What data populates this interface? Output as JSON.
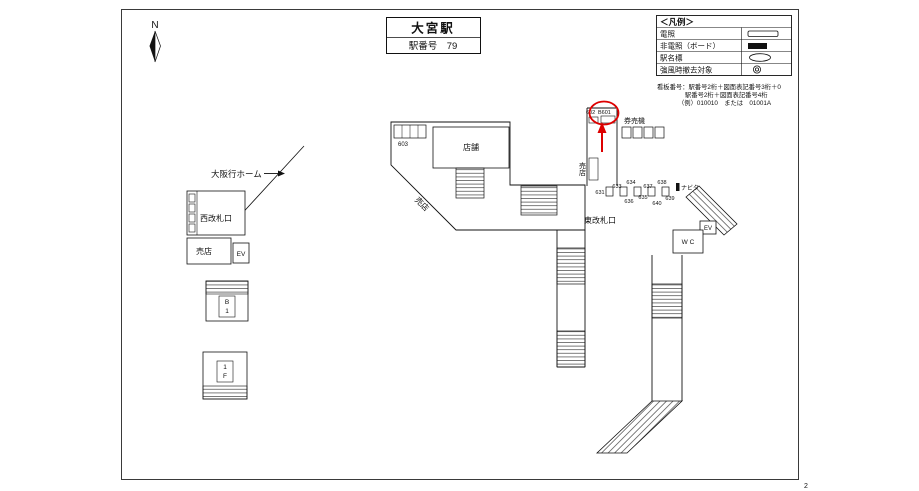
{
  "page": {
    "number": "2"
  },
  "header": {
    "station_name": "大宮駅",
    "station_number": "駅番号　79"
  },
  "compass": {
    "north_label": "N"
  },
  "legend": {
    "title": "＜凡例＞",
    "items": [
      {
        "label": "電照",
        "symbol": "lit-sign-icon"
      },
      {
        "label": "非電照（ボード）",
        "symbol": "unlit-board-icon"
      },
      {
        "label": "駅名標",
        "symbol": "station-name-sign-icon"
      },
      {
        "label": "強風時撤去対象",
        "symbol": "double-circle-icon"
      }
    ],
    "notes": [
      "看板番号：駅番号2桁＋図面表記番号3桁＋0",
      "駅番号2桁＋図面表記番号4桁",
      "（例）010010　または　01001A"
    ]
  },
  "map": {
    "west": {
      "platform": "大阪行ホーム",
      "gate": "西改札口",
      "shop": "売店",
      "elevator": "EV",
      "stair_b1": [
        "B",
        "1"
      ],
      "stair_1f": [
        "1",
        "F"
      ]
    },
    "center": {
      "store": "店舗",
      "kiosk": "売店",
      "sign_603": "603"
    },
    "east": {
      "sign_602": "602",
      "sign_b601": "B601",
      "ticket_machines": "券売機",
      "kiosk": "売店",
      "gate": "東改札口",
      "navita": "ナビタ",
      "elevator": "EV",
      "toilet": "W C",
      "sign_numbers": [
        "631",
        "633",
        "634",
        "637",
        "638",
        "636",
        "635",
        "640",
        "639"
      ]
    }
  },
  "colors": {
    "highlight": "#dd0000"
  }
}
